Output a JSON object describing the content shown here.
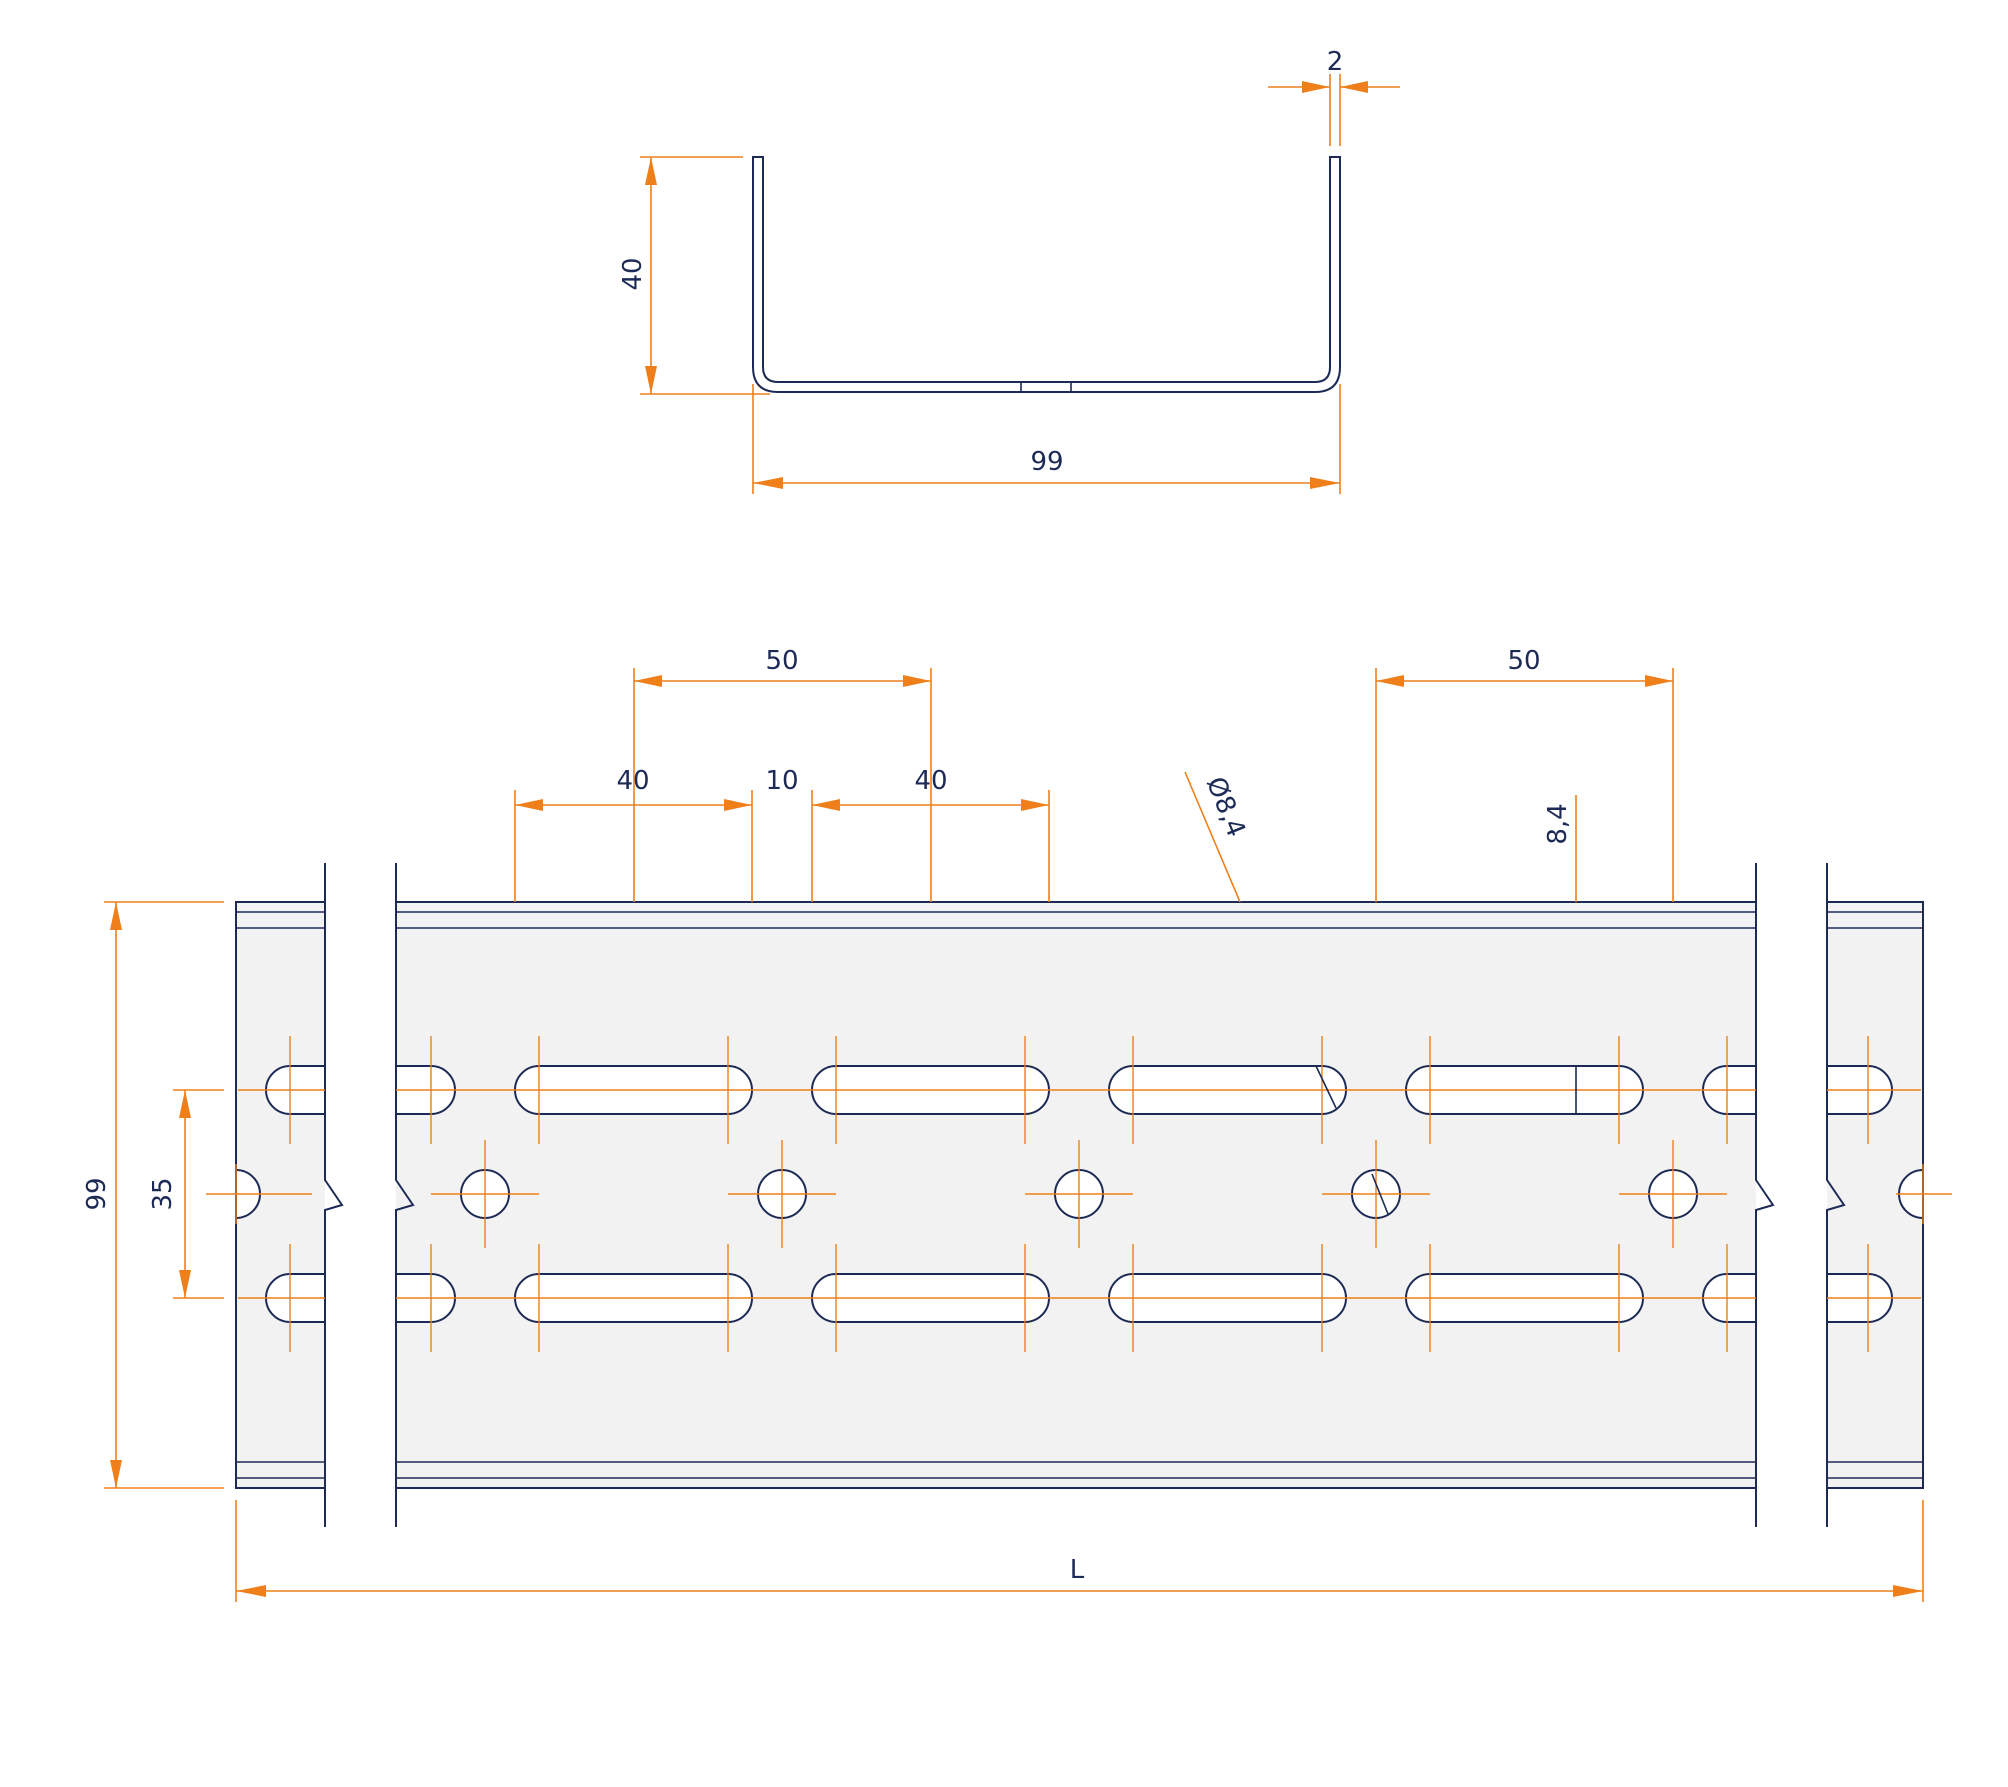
{
  "section_view": {
    "height_label": "40",
    "width_label": "99",
    "thickness_label": "2"
  },
  "plan_view": {
    "overall_height_label": "99",
    "hole_rows_label": "35",
    "pitch_left_label": "50",
    "pitch_right_label": "50",
    "slot_length_left_label": "40",
    "gap_label": "10",
    "slot_length_right_label": "40",
    "hole_diameter_label": "Ø8,4",
    "slot_width_label": "8,4",
    "length_label": "L"
  },
  "colors": {
    "outline": "#1c2a55",
    "dimension": "#ee7f1a",
    "plate_fill": "#f2f2f2"
  }
}
